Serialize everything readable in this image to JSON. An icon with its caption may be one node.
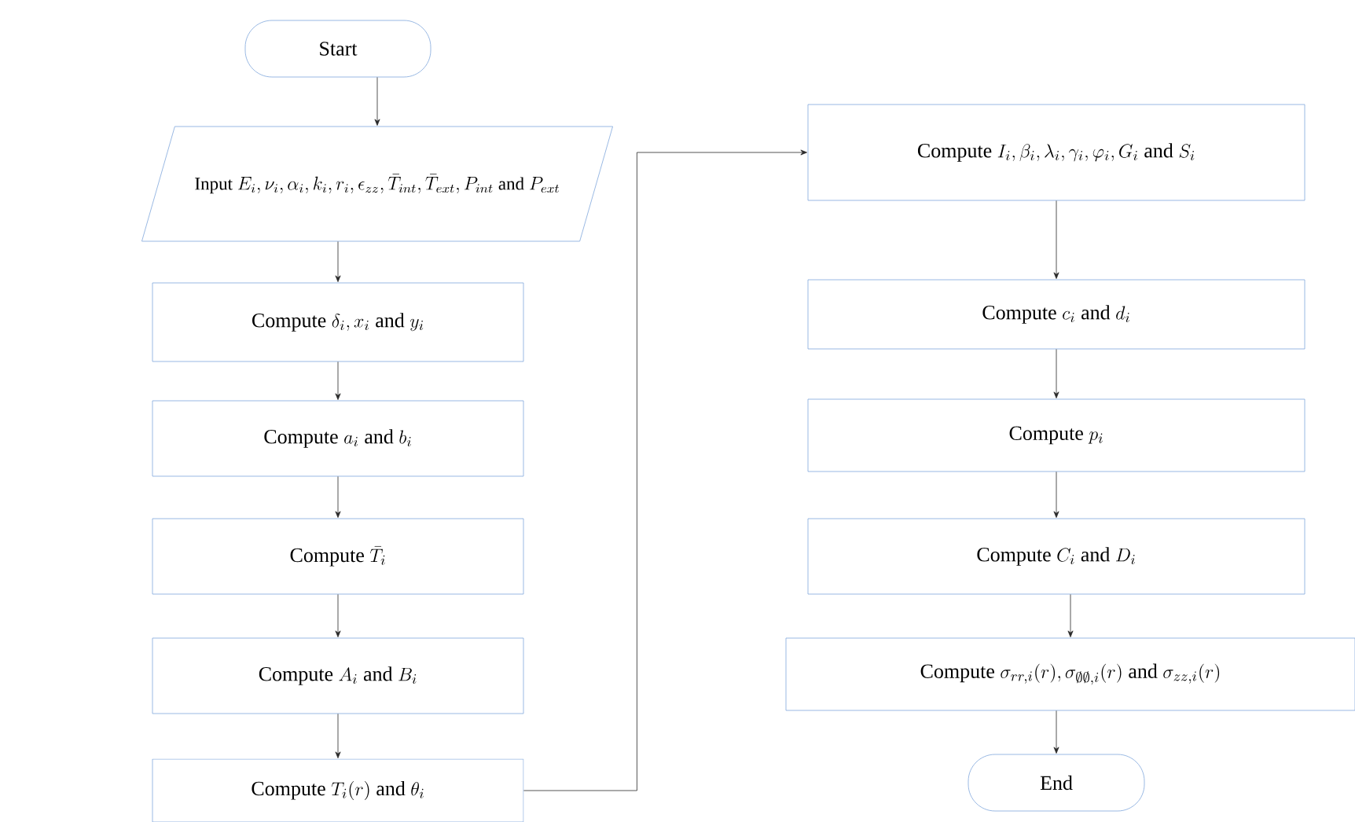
{
  "diagram": {
    "nodes": [
      {
        "text": [
          "Start"
        ]
      },
      {
        "text": [
          "\\text{Input } E_i, \\nu_i, \\alpha_i, k_i, r_i, \\epsilon_{zz}, \\bar{T}_{int}, \\bar{T}_{ext}, P_{int} \\text{ and } P_{ext}"
        ]
      },
      {
        "text": [
          "\\text{Compute } \\delta_i, x_i \\text{ and } y_i"
        ]
      },
      {
        "text": [
          "\\text{Compute } a_i \\text{ and } b_i"
        ]
      },
      {
        "text": [
          "\\text{Compute } \\bar{T}_i"
        ]
      },
      {
        "text": [
          "\\text{Compute } A_i \\text{ and } B_i"
        ]
      },
      {
        "text": [
          "\\text{Compute } T_i(r) \\text{ and } \\theta_i"
        ]
      },
      {
        "text": [
          "\\text{Compute } I_i, \\beta_i, \\lambda_i, \\gamma_i, \\varphi_i, G_i \\text{ and } S_i"
        ]
      },
      {
        "text": [
          "\\text{Compute } c_i \\text{ and } d_i"
        ]
      },
      {
        "text": [
          "\\text{Compute } p_i"
        ]
      },
      {
        "text": [
          "\\text{Compute } C_i \\text{ and } D_i"
        ]
      },
      {
        "text": [
          "\\text{Compute } \\sigma_{rr,i}(r), \\sigma_{\\emptyset\\emptyset,i}(r) \\text{ and } \\sigma_{zz,i}(r)"
        ]
      },
      {
        "text": [
          "End"
        ]
      }
    ],
    "edges": [
      {
        "from": 0,
        "to": 1,
        "arrow": "to"
      },
      {
        "from": 1,
        "to": 2,
        "arrow": "to"
      },
      {
        "from": 2,
        "to": 3,
        "arrow": "to"
      },
      {
        "from": 3,
        "to": 4,
        "arrow": "to"
      },
      {
        "from": 4,
        "to": 5,
        "arrow": "to"
      },
      {
        "from": 5,
        "to": 6,
        "arrow": "to"
      },
      {
        "from": 6,
        "to": 7,
        "arrow": "to"
      },
      {
        "from": 7,
        "to": 8,
        "arrow": "to"
      },
      {
        "from": 8,
        "to": 9,
        "arrow": "to"
      },
      {
        "from": 9,
        "to": 10,
        "arrow": "to"
      },
      {
        "from": 10,
        "to": 11,
        "arrow": "to"
      },
      {
        "from": 11,
        "to": 12,
        "arrow": "to"
      }
    ]
  }
}
